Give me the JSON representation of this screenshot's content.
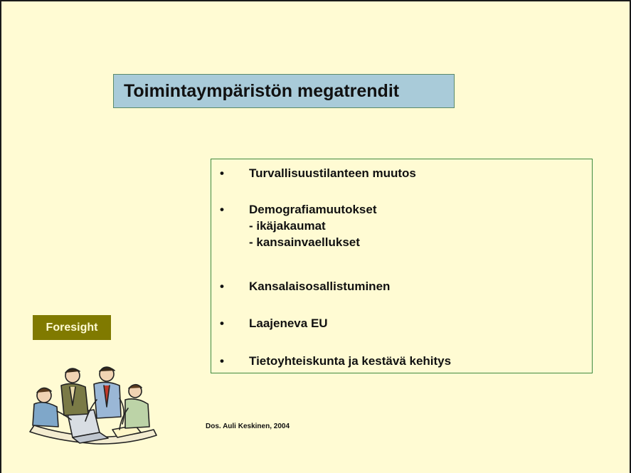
{
  "slide": {
    "title": "Toimintaympäristön megatrendit",
    "bullet_symbol": "•",
    "bullets": [
      {
        "text": "Turvallisuustilanteen muutos"
      },
      {
        "text": "Demografiamuutokset",
        "sub": [
          "- ikäjakaumat",
          "- kansainvaellukset"
        ]
      },
      {
        "text": "Kansalaisosallistuminen"
      },
      {
        "text": "Laajeneva EU"
      },
      {
        "text": "Tietoyhteiskunta ja kestävä kehitys"
      }
    ],
    "label": "Foresight",
    "credit": "Dos. Auli Keskinen, 2004",
    "clipart_icon": "team-meeting-clipart-icon"
  },
  "colors": {
    "background": "#fffbd3",
    "title_bg": "#a9cbd9",
    "box_border": "#3f8a3f",
    "label_bg": "#807a00"
  }
}
